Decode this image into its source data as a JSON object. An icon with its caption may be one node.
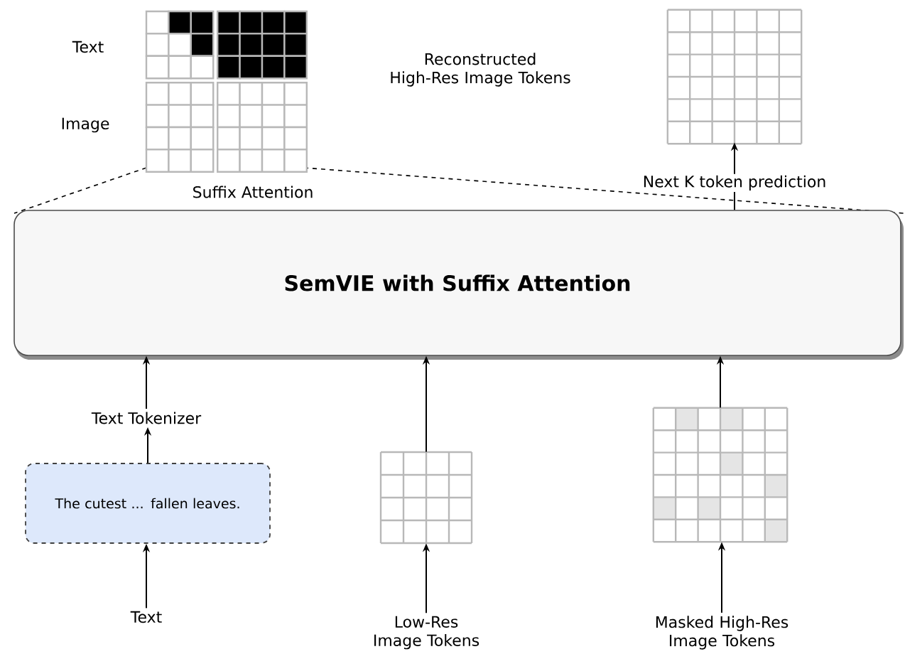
{
  "diagram": {
    "nodes": [
      {
        "text": [
          "SemVIE with Suffix Attention"
        ]
      },
      {
        "text": [
          "Text Tokenizer"
        ]
      },
      {
        "text": [
          "The cutest ... fallen leaves."
        ]
      },
      {
        "text": [
          "Text"
        ]
      },
      {
        "text": [],
        "shape": "grid"
      },
      {
        "text": [
          "Low-Res Image Tokens"
        ]
      },
      {
        "text": [],
        "shape": "grid"
      },
      {
        "text": [
          "Masked High-Res Image Tokens"
        ]
      },
      {
        "text": [],
        "shape": "grid"
      }
    ],
    "edges": [
      {
        "from": 3,
        "to": 2,
        "arrow": "to"
      },
      {
        "from": 2,
        "to": 1,
        "arrow": "to"
      },
      {
        "from": 1,
        "to": 0,
        "arrow": "to"
      },
      {
        "from": 5,
        "to": 4,
        "arrow": "to"
      },
      {
        "from": 4,
        "to": 0,
        "arrow": "to"
      },
      {
        "from": 7,
        "to": 6,
        "arrow": "to"
      },
      {
        "from": 6,
        "to": 0,
        "arrow": "to"
      },
      {
        "from": 0,
        "to": 8,
        "arrow": "to",
        "label": "Next K token prediction"
      }
    ],
    "labels": [
      "Text",
      "Image",
      "Suffix Attention",
      "Reconstructed High-Res Image Tokens"
    ]
  }
}
